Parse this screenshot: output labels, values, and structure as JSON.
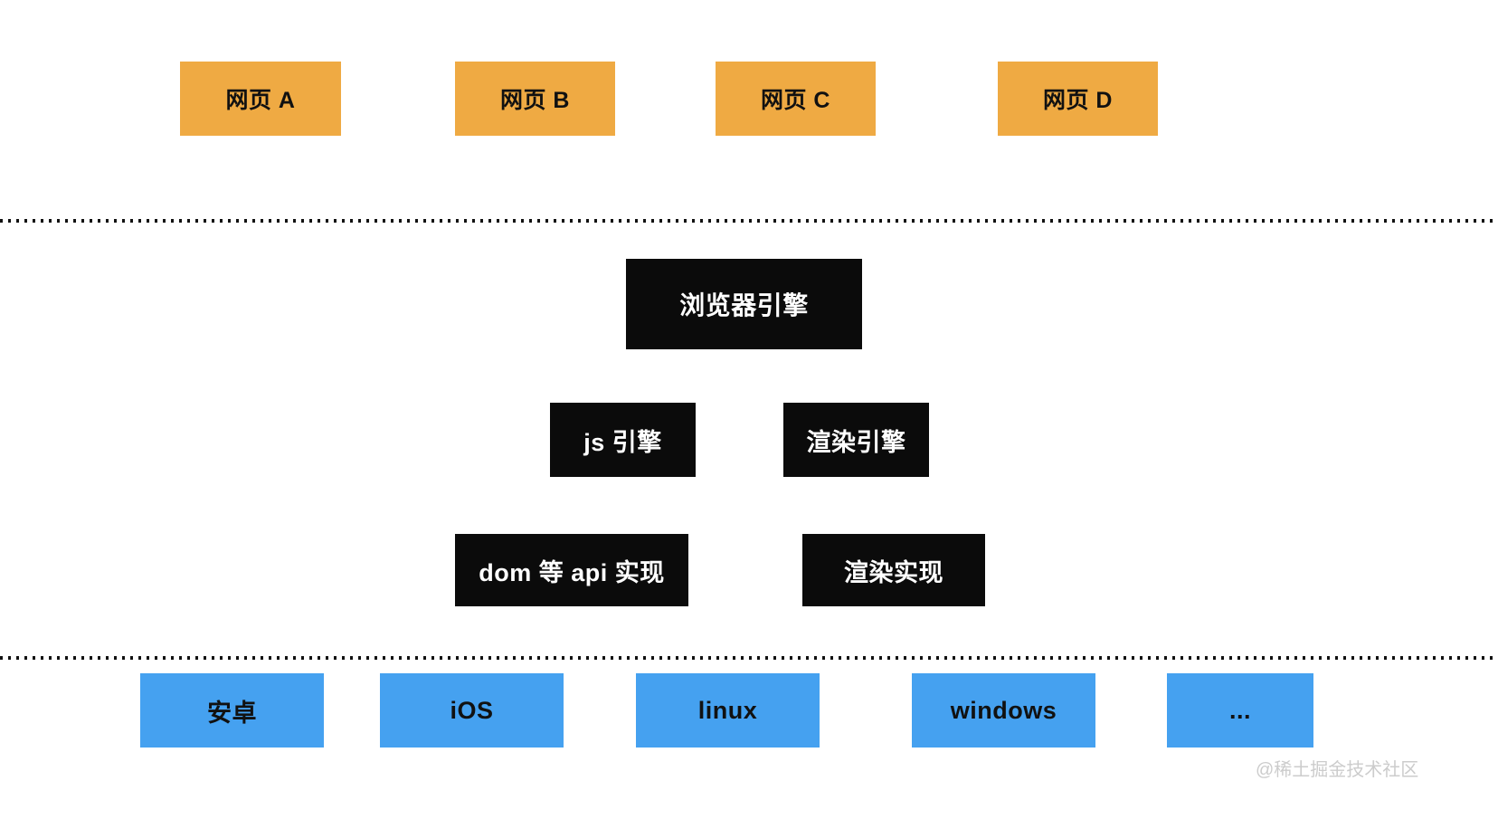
{
  "colors": {
    "page-box": "#EFAA43",
    "engine-box": "#0B0B0B",
    "platform-box": "#45A1F0",
    "box-text-dark": "#111111",
    "engine-text": "#FFFFFF",
    "watermark": "#CCCCCC",
    "dot": "#111111"
  },
  "top_row": {
    "items": [
      "网页 A",
      "网页 B",
      "网页 C",
      "网页 D"
    ]
  },
  "engine_layer": {
    "browser_engine": "浏览器引擎",
    "js_engine": "js 引擎",
    "render_engine": "渲染引擎",
    "dom_api_impl": "dom 等 api 实现",
    "render_impl": "渲染实现"
  },
  "platform_row": {
    "items": [
      "安卓",
      "iOS",
      "linux",
      "windows",
      "..."
    ]
  },
  "watermark": "@稀土掘金技术社区"
}
